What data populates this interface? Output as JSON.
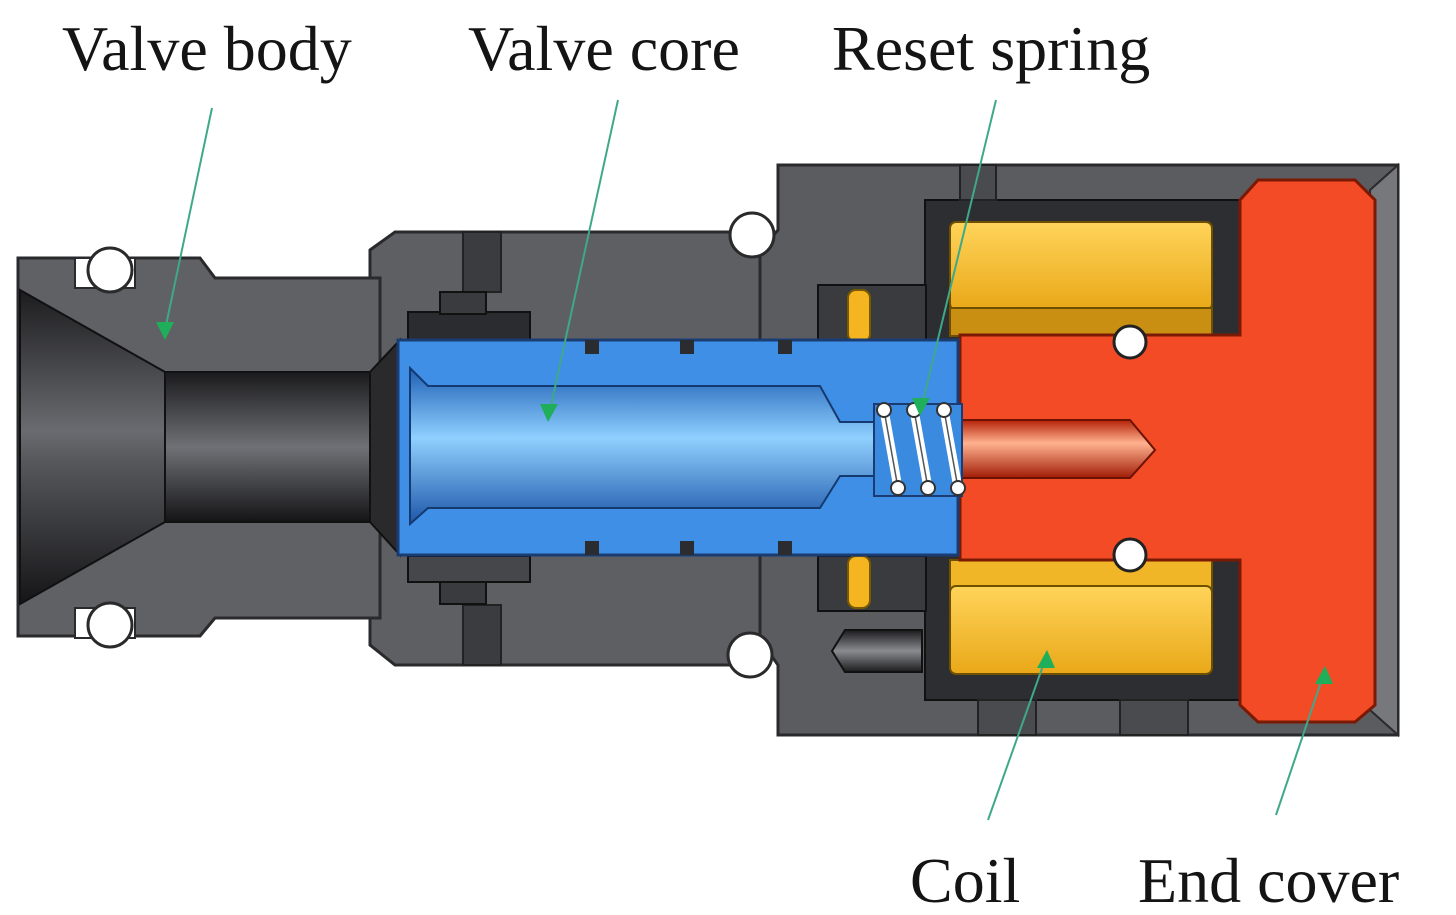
{
  "labels": {
    "valve_body": "Valve body",
    "valve_core": "Valve core",
    "reset_spring": "Reset spring",
    "coil": "Coil",
    "end_cover": "End cover"
  },
  "colors": {
    "housing": "#5a5b5f",
    "housing_dark": "#2c2d30",
    "valve_core": "#3f8fe6",
    "coil": "#f7bd2c",
    "end_cover": "#f24a24",
    "leader_line": "#3fa88a"
  }
}
